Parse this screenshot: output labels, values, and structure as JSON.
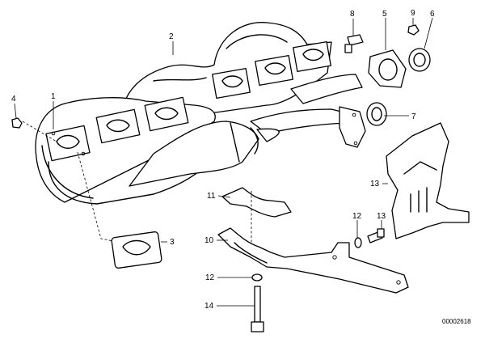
{
  "callouts": {
    "c1": "1",
    "c2": "2",
    "c3": "3",
    "c4": "4",
    "c5": "5",
    "c6": "6",
    "c7": "7",
    "c8": "8",
    "c9": "9",
    "c10": "10",
    "c11": "11",
    "c12a": "12",
    "c12b": "12",
    "c13a": "13",
    "c13b": "13",
    "c14": "14"
  },
  "doc_id": "00002618"
}
